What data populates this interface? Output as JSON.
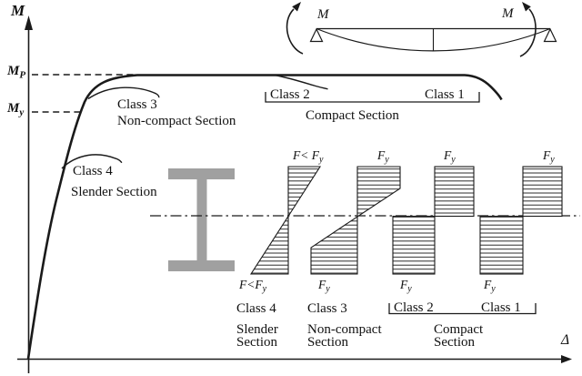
{
  "axes": {
    "y_label": "M",
    "x_label": "Δ",
    "mp": {
      "base": "M",
      "sub": "P"
    },
    "my": {
      "base": "M",
      "sub": "y"
    }
  },
  "curve_labels": {
    "class3": {
      "title": "Class 3",
      "subtitle": "Non-compact Section"
    },
    "class4": {
      "title": "Class 4",
      "subtitle": "Slender Section"
    },
    "class2": "Class 2",
    "class1": "Class 1",
    "compact": "Compact Section"
  },
  "beam": {
    "left_moment": "M",
    "right_moment": "M"
  },
  "stress_diagrams": {
    "class4": {
      "top": {
        "base": "F< F",
        "sub": "y"
      },
      "bottom": {
        "base": "F<F",
        "sub": "y"
      }
    },
    "class3": {
      "top": {
        "base": "F",
        "sub": "y"
      },
      "bottom": {
        "base": "F",
        "sub": "y"
      }
    },
    "class2": {
      "top": {
        "base": "F",
        "sub": "y"
      },
      "bottom": {
        "base": "F",
        "sub": "y"
      }
    },
    "class1": {
      "top": {
        "base": "F",
        "sub": "y"
      },
      "bottom": {
        "base": "F",
        "sub": "y"
      }
    }
  },
  "bottom_labels": {
    "class4": {
      "name": "Class 4",
      "line1": "Slender",
      "line2": "Section"
    },
    "class3": {
      "name": "Class 3",
      "line1": "Non-compact",
      "line2": "Section"
    },
    "class2": "Class 2",
    "class1": "Class 1",
    "compact": {
      "line1": "Compact",
      "line2": "Section"
    }
  },
  "colors": {
    "ink": "#1a1a1a",
    "beam_gray": "#a0a0a0",
    "background": "#ffffff"
  }
}
